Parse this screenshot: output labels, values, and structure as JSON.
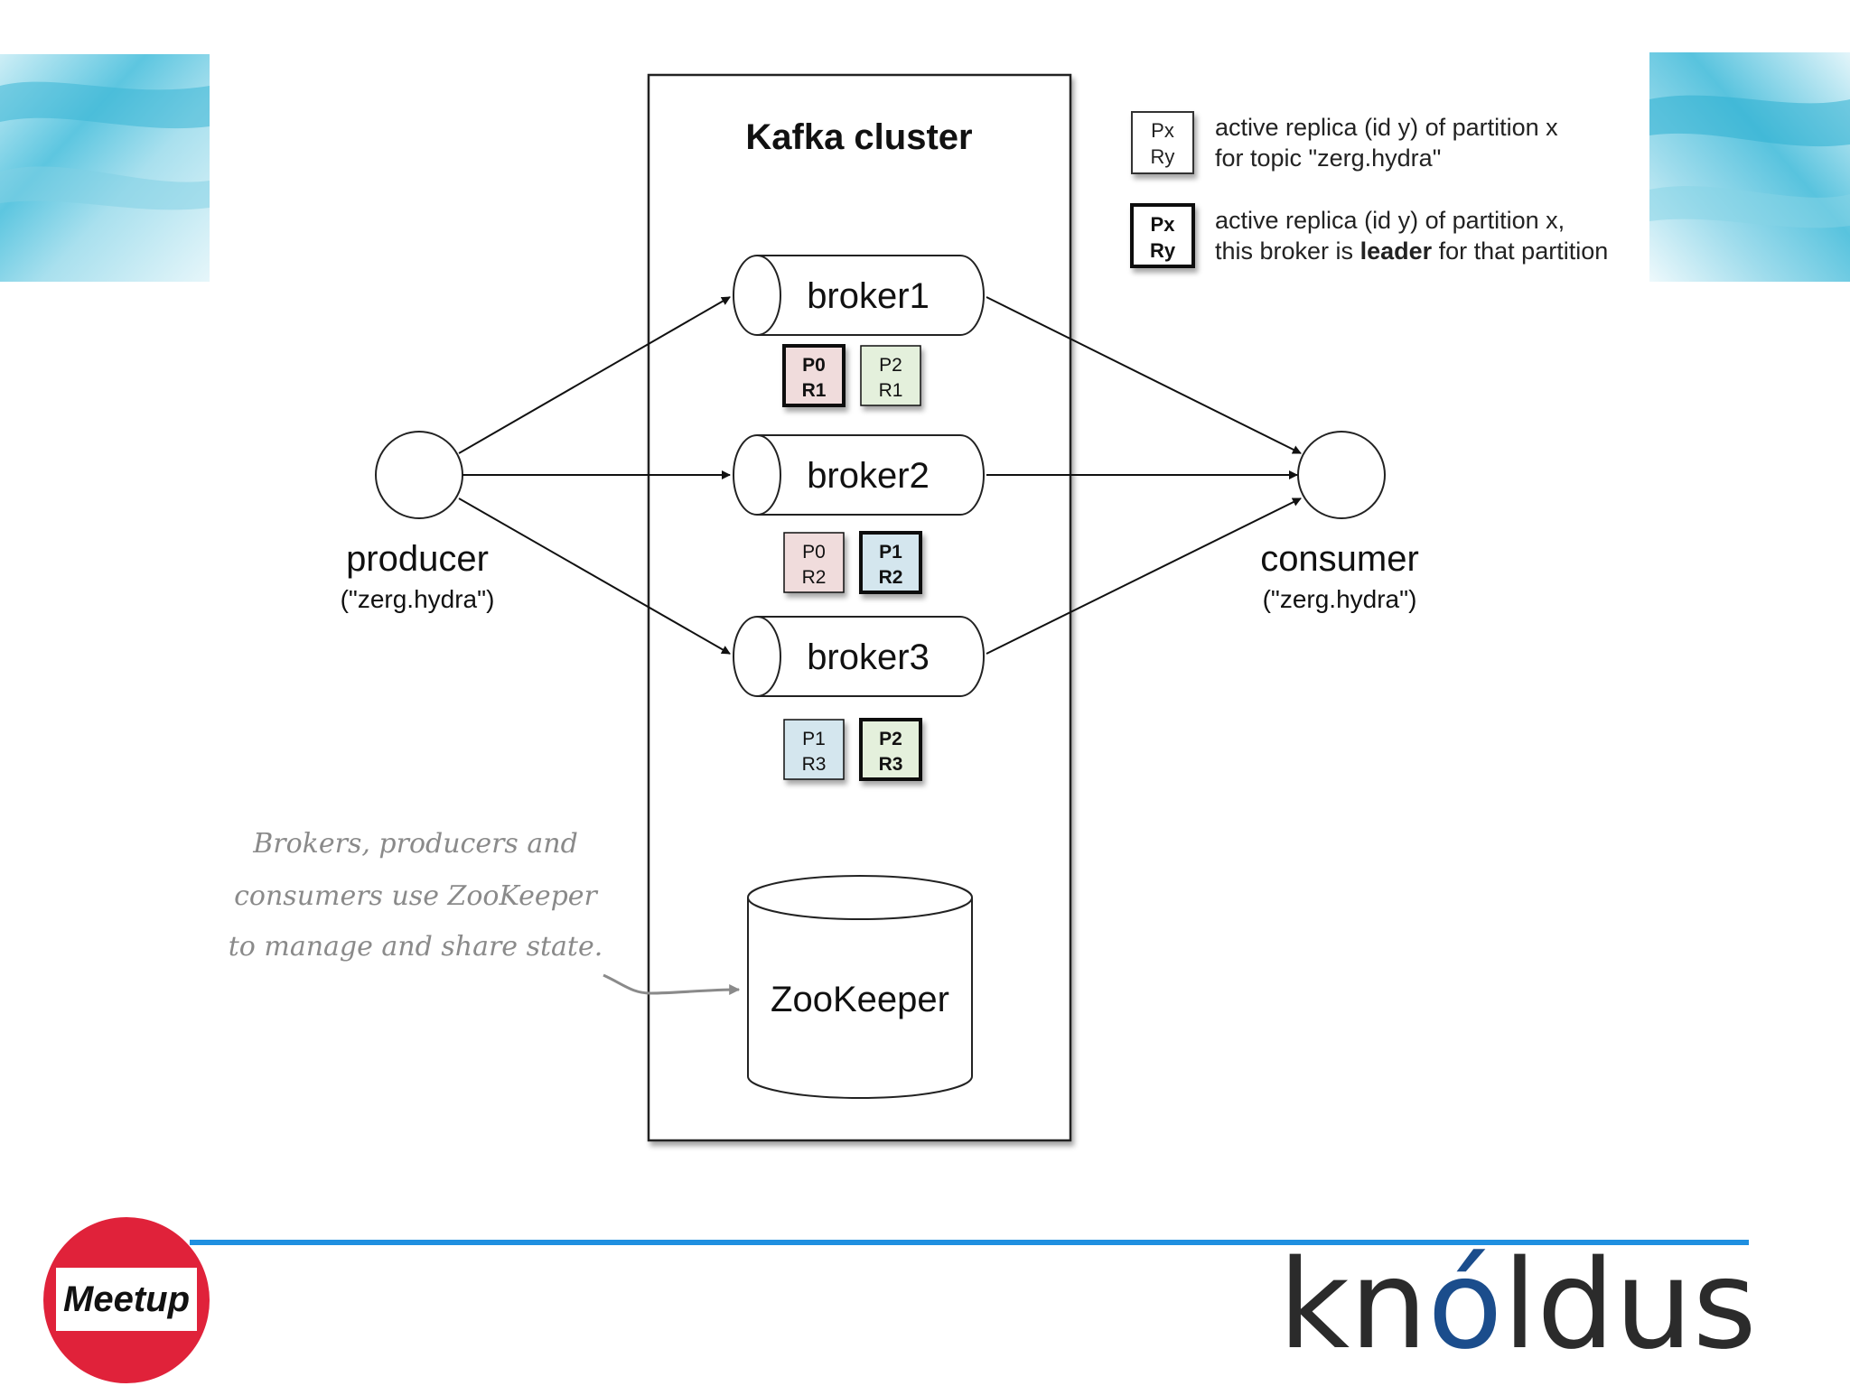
{
  "cluster": {
    "title": "Kafka cluster"
  },
  "legend": [
    {
      "px": "Px",
      "ry": "Ry",
      "line1": "active replica (id y) of partition x",
      "line2": "for topic \"zerg.hydra\"",
      "leader": false
    },
    {
      "px": "Px",
      "ry": "Ry",
      "line1": "active replica (id y) of partition x,",
      "line2_pre": "this broker is ",
      "line2_bold": "leader",
      "line2_post": " for that partition",
      "leader": true
    }
  ],
  "brokers": [
    {
      "label": "broker1",
      "replicas": [
        {
          "p": "P0",
          "r": "R1",
          "leader": true,
          "color": "#f0dcdc"
        },
        {
          "p": "P2",
          "r": "R1",
          "leader": false,
          "color": "#e4f0dc"
        }
      ]
    },
    {
      "label": "broker2",
      "replicas": [
        {
          "p": "P0",
          "r": "R2",
          "leader": false,
          "color": "#f0dcdc"
        },
        {
          "p": "P1",
          "r": "R2",
          "leader": true,
          "color": "#d4e6ee"
        }
      ]
    },
    {
      "label": "broker3",
      "replicas": [
        {
          "p": "P1",
          "r": "R3",
          "leader": false,
          "color": "#d4e6ee"
        },
        {
          "p": "P2",
          "r": "R3",
          "leader": true,
          "color": "#e4f0dc"
        }
      ]
    }
  ],
  "producer": {
    "label": "producer",
    "topic": "(\"zerg.hydra\")"
  },
  "consumer": {
    "label": "consumer",
    "topic": "(\"zerg.hydra\")"
  },
  "zookeeper": {
    "label": "ZooKeeper"
  },
  "note": {
    "lines": [
      "Brokers, producers and",
      "consumers use ZooKeeper",
      "to manage and share state."
    ]
  },
  "branding": {
    "meetup": "Meetup",
    "knoldus_pre": "kn",
    "knoldus_o": "ó",
    "knoldus_post": "ldus"
  },
  "colors": {
    "accent_line": "#1f8fe0",
    "meetup_red": "#e0223a",
    "knoldus_o": "#1b4d8c",
    "knoldus_text": "#2b2b2b"
  }
}
